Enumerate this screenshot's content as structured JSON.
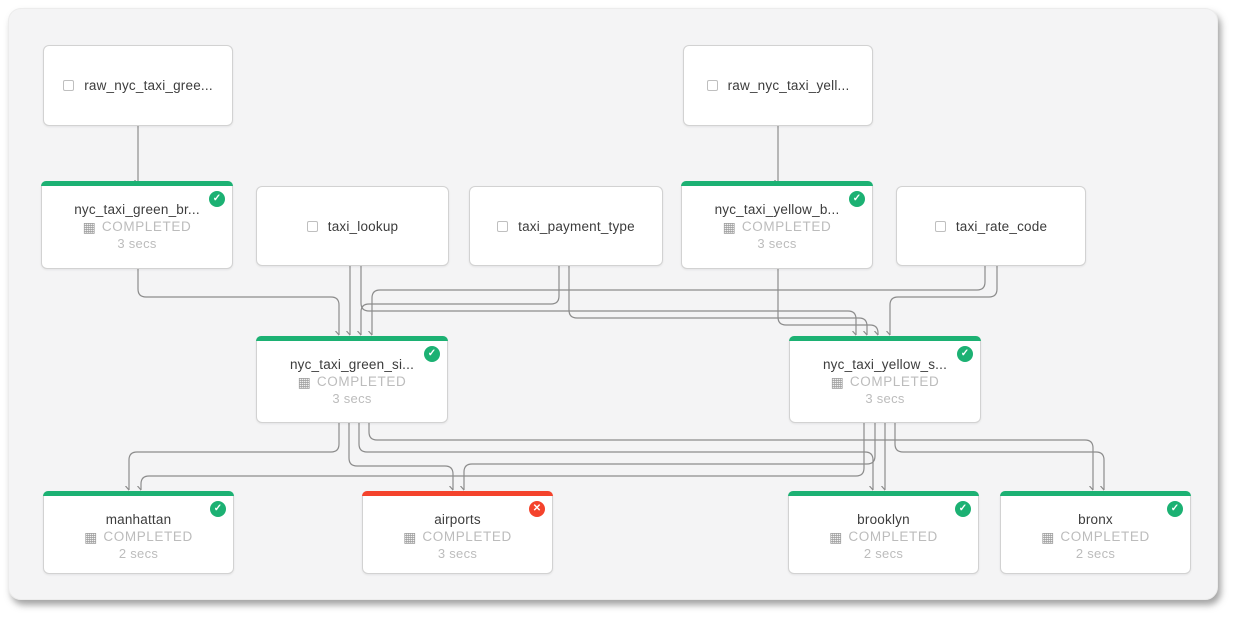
{
  "app": {
    "view": "pipeline-dag"
  },
  "colors": {
    "success": "#1cb173",
    "failed": "#f4432c",
    "edge": "#8c8c8c",
    "canvas": "#f4f4f5"
  },
  "icons": {
    "check": "✓",
    "cross": "✕",
    "table": "▦"
  },
  "nodes": {
    "raw_green": {
      "label": "raw_nyc_taxi_gree..."
    },
    "raw_yellow": {
      "label": "raw_nyc_taxi_yell..."
    },
    "green_bronze": {
      "label": "nyc_taxi_green_br...",
      "status": "COMPLETED",
      "time": "3 secs",
      "result": "success"
    },
    "taxi_lookup": {
      "label": "taxi_lookup"
    },
    "taxi_payment_type": {
      "label": "taxi_payment_type"
    },
    "yellow_bronze": {
      "label": "nyc_taxi_yellow_b...",
      "status": "COMPLETED",
      "time": "3 secs",
      "result": "success"
    },
    "taxi_rate_code": {
      "label": "taxi_rate_code"
    },
    "green_silver": {
      "label": "nyc_taxi_green_si...",
      "status": "COMPLETED",
      "time": "3 secs",
      "result": "success"
    },
    "yellow_silver": {
      "label": "nyc_taxi_yellow_s...",
      "status": "COMPLETED",
      "time": "3 secs",
      "result": "success"
    },
    "manhattan": {
      "label": "manhattan",
      "status": "COMPLETED",
      "time": "2 secs",
      "result": "success"
    },
    "airports": {
      "label": "airports",
      "status": "COMPLETED",
      "time": "3 secs",
      "result": "failed"
    },
    "brooklyn": {
      "label": "brooklyn",
      "status": "COMPLETED",
      "time": "2 secs",
      "result": "success"
    },
    "bronx": {
      "label": "bronx",
      "status": "COMPLETED",
      "time": "2 secs",
      "result": "success"
    }
  }
}
